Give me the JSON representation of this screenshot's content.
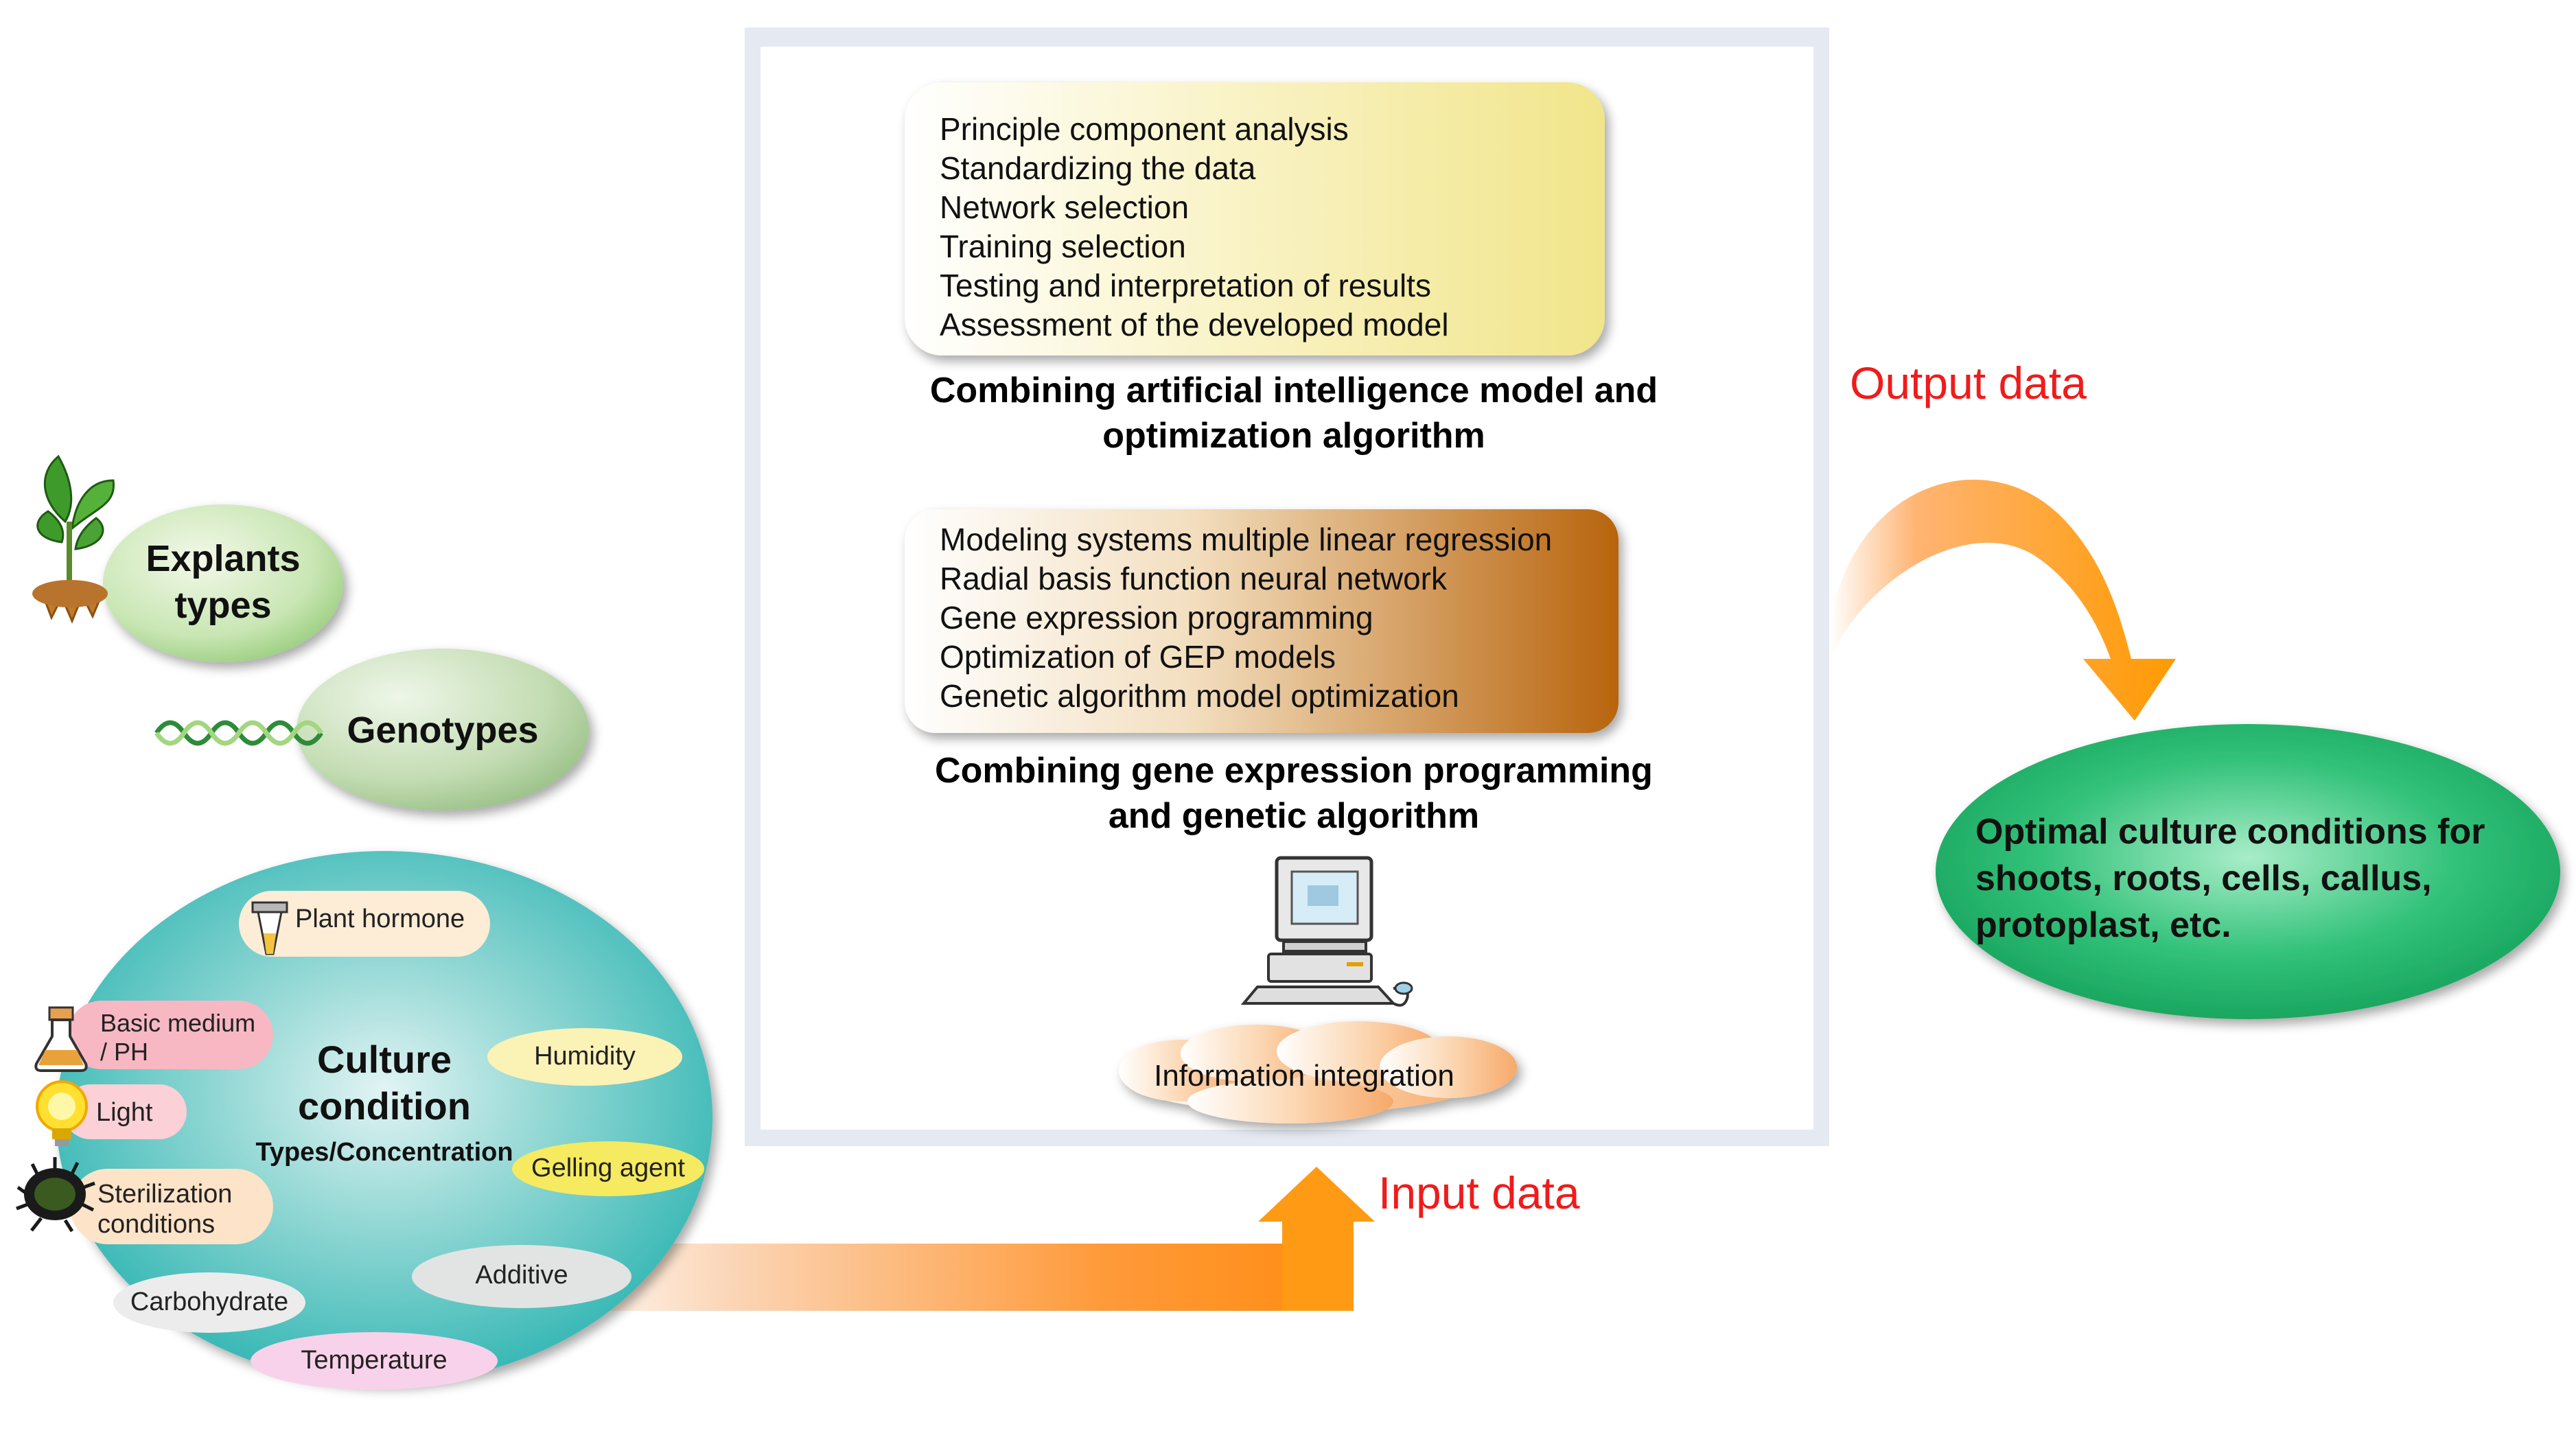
{
  "colors": {
    "accent_red": "#ee1c1c",
    "arrow_orange": "#ff9a14",
    "culture_teal": "#2ab3b0",
    "result_green": "#33c27a"
  },
  "left": {
    "explants": "Explants types",
    "genotypes": "Genotypes",
    "culture": {
      "title": "Culture condition",
      "subtitle": "Types/Concentration",
      "factors": {
        "plant_hormone": "Plant hormone",
        "basic_medium_line1": "Basic medium",
        "basic_medium_line2": "/ PH",
        "light": "Light",
        "sterilization_line1": "Sterilization",
        "sterilization_line2": "conditions",
        "carbohydrate": "Carbohydrate",
        "temperature": "Temperature",
        "humidity": "Humidity",
        "gelling_agent": "Gelling agent",
        "additive": "Additive"
      }
    },
    "icons": [
      "plant-icon",
      "dna-icon",
      "flask-icon",
      "bulb-icon",
      "microbe-icon",
      "pipette-icon"
    ]
  },
  "center": {
    "ai_steps": [
      "Principle component analysis",
      "Standardizing the data",
      "Network selection",
      "Training selection",
      "Testing and interpretation of results",
      "Assessment of the developed model"
    ],
    "ai_caption_line1": "Combining artificial intelligence model and",
    "ai_caption_line2": "optimization algorithm",
    "gep_steps": [
      "Modeling systems multiple linear regression",
      "Radial basis function neural network",
      "Gene expression programming",
      "Optimization of GEP models",
      "Genetic algorithm model optimization"
    ],
    "gep_caption_line1": "Combining gene expression programming",
    "gep_caption_line2": "and genetic algorithm",
    "integration": "Information integration",
    "icons": [
      "computer-icon",
      "cloud-icon"
    ]
  },
  "flow": {
    "input_label": "Input data",
    "output_label": "Output data"
  },
  "result": {
    "line1": "Optimal culture conditions for",
    "line2": "shoots, roots, cells, callus,",
    "line3": "protoplast, etc."
  }
}
